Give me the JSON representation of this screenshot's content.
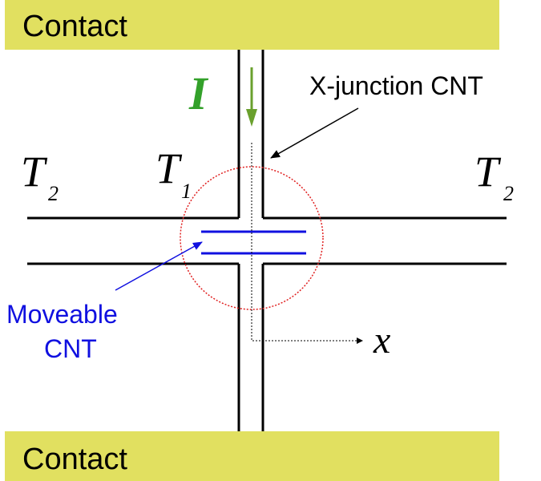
{
  "contacts": {
    "top_label": "Contact",
    "bottom_label": "Contact",
    "fill_color": "#e1e060"
  },
  "current": {
    "symbol": "I",
    "color": "#33a12a",
    "arrow_color": "#6aa02d"
  },
  "junction_label": "X-junction CNT",
  "temperatures": {
    "left_main": "T",
    "left_sub": "2",
    "center_main": "T",
    "center_sub": "1",
    "right_main": "T",
    "right_sub": "2"
  },
  "moveable": {
    "line1": "Moveable",
    "line2": "CNT",
    "color": "#1010e0"
  },
  "axis_label": "x",
  "highlight_circle_color": "#e02020"
}
